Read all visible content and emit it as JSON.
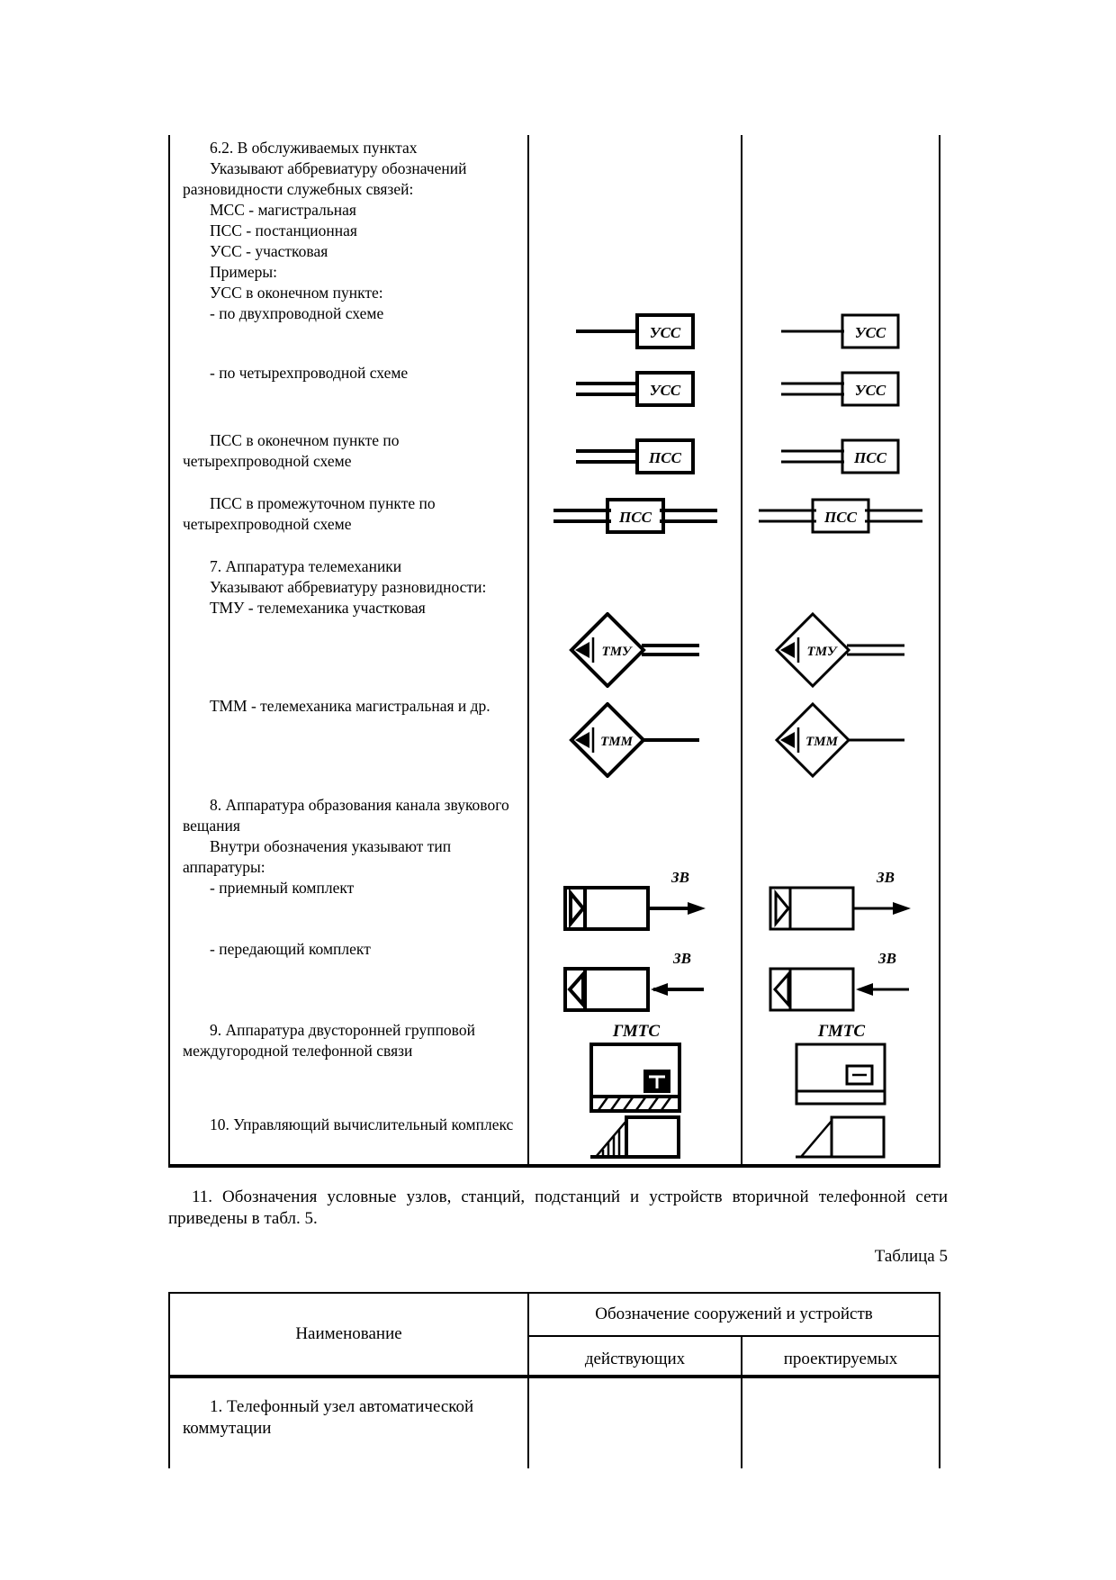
{
  "sym": {
    "uss": "УСС",
    "pss": "ПСС",
    "tmu": "ТМУ",
    "tmm": "ТММ",
    "zv": "ЗВ",
    "gmts": "ГМТС"
  },
  "t1": {
    "rows": [
      {
        "paras": [
          "6.2. В обслуживаемых пунктах",
          "Указывают аббревиатуру обозначений разновидности служебных связей:",
          "МСС - магистральная",
          "ПСС - постанционная",
          "УСС - участковая",
          "Примеры:",
          "УСС в оконечном пункте:",
          "- по двухпроводной схеме"
        ]
      },
      {
        "paras": [
          "- по четырехпроводной схеме"
        ]
      },
      {
        "paras": [
          "ПСС в оконечном пункте по четырехпроводной схеме"
        ]
      },
      {
        "paras": [
          "ПСС в промежуточном пункте по четырехпроводной схеме"
        ]
      },
      {
        "paras": [
          "7. Аппаратура телемеханики",
          "Указывают аббревиатуру разновидности:",
          "ТМУ - телемеханика участковая"
        ]
      },
      {
        "paras": [
          "ТММ - телемеханика магистральная и др."
        ]
      },
      {
        "paras": [
          "8. Аппаратура образования канала звукового вещания",
          "Внутри обозначения указывают тип аппаратуры:",
          "- приемный комплект"
        ]
      },
      {
        "paras": [
          "- передающий комплект"
        ]
      },
      {
        "paras": [
          "9. Аппаратура двусторонней групповой междугородной телефонной связи"
        ]
      },
      {
        "paras": [
          "10. Управляющий вычислительный комплекс"
        ]
      }
    ]
  },
  "p11": "11. Обозначения условные узлов, станций, подстанций и устройств вторичной телефонной сети приведены в табл. 5.",
  "t5": {
    "caption": "Таблица 5",
    "name_h": "Наименование",
    "desig_h": "Обозначение сооружений и устройств",
    "existing_h": "действующих",
    "planned_h": "проектируемых",
    "rows": [
      {
        "name": "1. Телефонный узел автоматической коммутации"
      }
    ]
  }
}
